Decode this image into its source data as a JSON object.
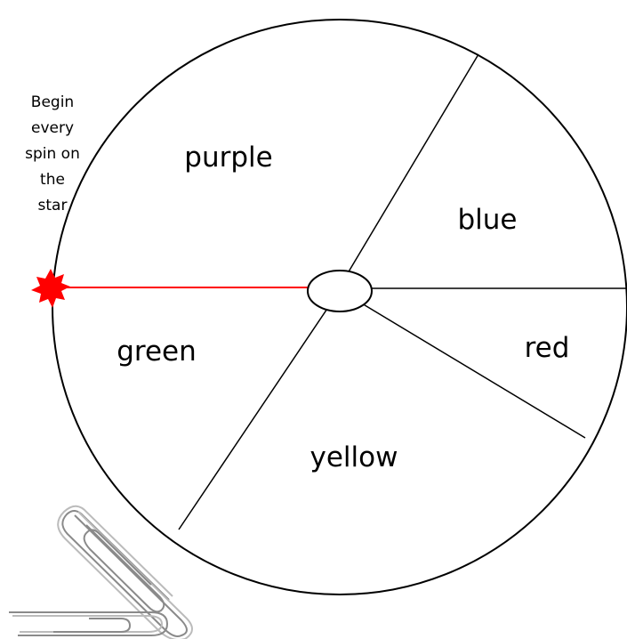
{
  "instruction": {
    "lines": [
      "Begin",
      "every",
      "spin on",
      "the",
      "star"
    ]
  },
  "spinner": {
    "sectors": [
      {
        "label": "purple"
      },
      {
        "label": "blue"
      },
      {
        "label": "red"
      },
      {
        "label": "yellow"
      },
      {
        "label": "green"
      }
    ]
  },
  "colors": {
    "outline": "#000000",
    "pointer": "#ff0000",
    "star": "#ff0000",
    "paperclip": "#888888"
  },
  "icons": {
    "start_marker": "star-icon",
    "clips": "paperclip-icon"
  }
}
